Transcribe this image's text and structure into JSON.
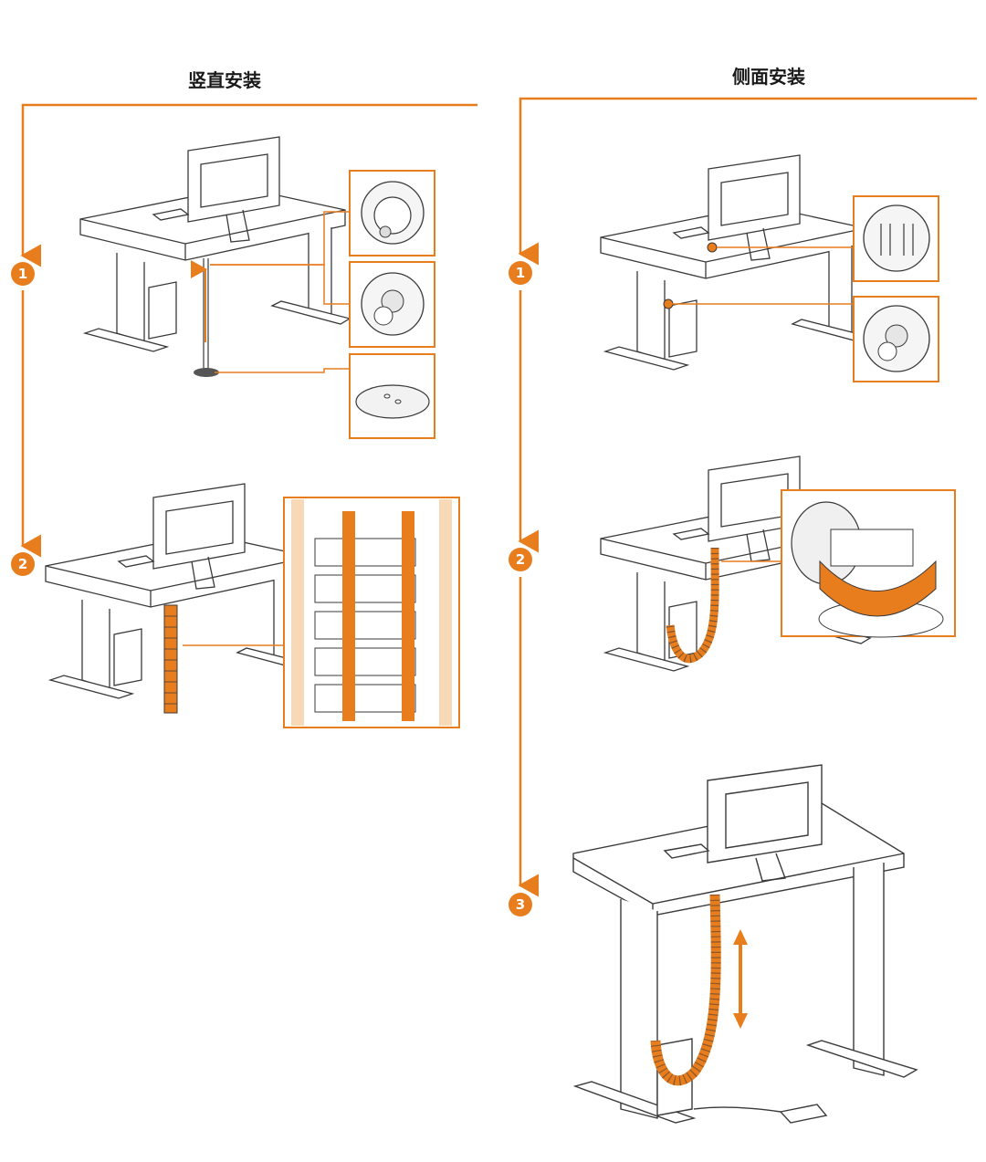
{
  "titles": {
    "vertical": "竖直安装",
    "side": "侧面安装"
  },
  "steps": {
    "v1": "1",
    "v2": "2",
    "s1": "1",
    "s2": "2",
    "s3": "3"
  },
  "colors": {
    "accent": "#E87D1E",
    "line": "#3a3a3a",
    "chain": "#E87D1E"
  }
}
